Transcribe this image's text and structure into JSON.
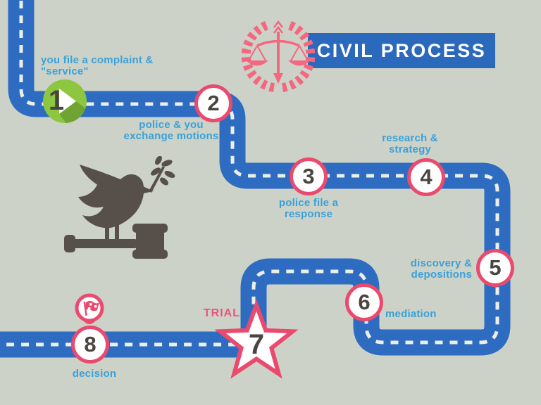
{
  "header": {
    "title": "CIVIL PROCESS"
  },
  "steps": [
    {
      "num": "1",
      "line1": "you file a complaint &",
      "line2": "\"service\""
    },
    {
      "num": "2",
      "line1": "police & you",
      "line2": "exchange motions"
    },
    {
      "num": "3",
      "line1": "police file a",
      "line2": "response"
    },
    {
      "num": "4",
      "line1": "research &",
      "line2": "strategy"
    },
    {
      "num": "5",
      "line1": "discovery &",
      "line2": "depositions"
    },
    {
      "num": "6",
      "line1": "mediation",
      "line2": ""
    },
    {
      "num": "7",
      "line1": "TRIAL",
      "line2": ""
    },
    {
      "num": "8",
      "line1": "decision",
      "line2": ""
    }
  ],
  "icons": {
    "title_emblem": "scales-of-justice-in-laurel-wreath",
    "step1_badge": "play-icon",
    "step7_marker": "trial-star",
    "step8_marker": "checkered-flag-pin",
    "peace_icon": "dove-with-olive-branch-on-gavel"
  },
  "colors": {
    "background": "#ccd2c8",
    "road_blue": "#2e6cc2",
    "banner_blue": "#2b69bd",
    "dash_white": "#edeee8",
    "accent_pink": "#e94a6e",
    "emblem_pink": "#f4677f",
    "label_blue": "#3aa1d9",
    "number_gray": "#4a4540",
    "step_green": "#8dc63f",
    "dove_brown": "#57504a"
  }
}
